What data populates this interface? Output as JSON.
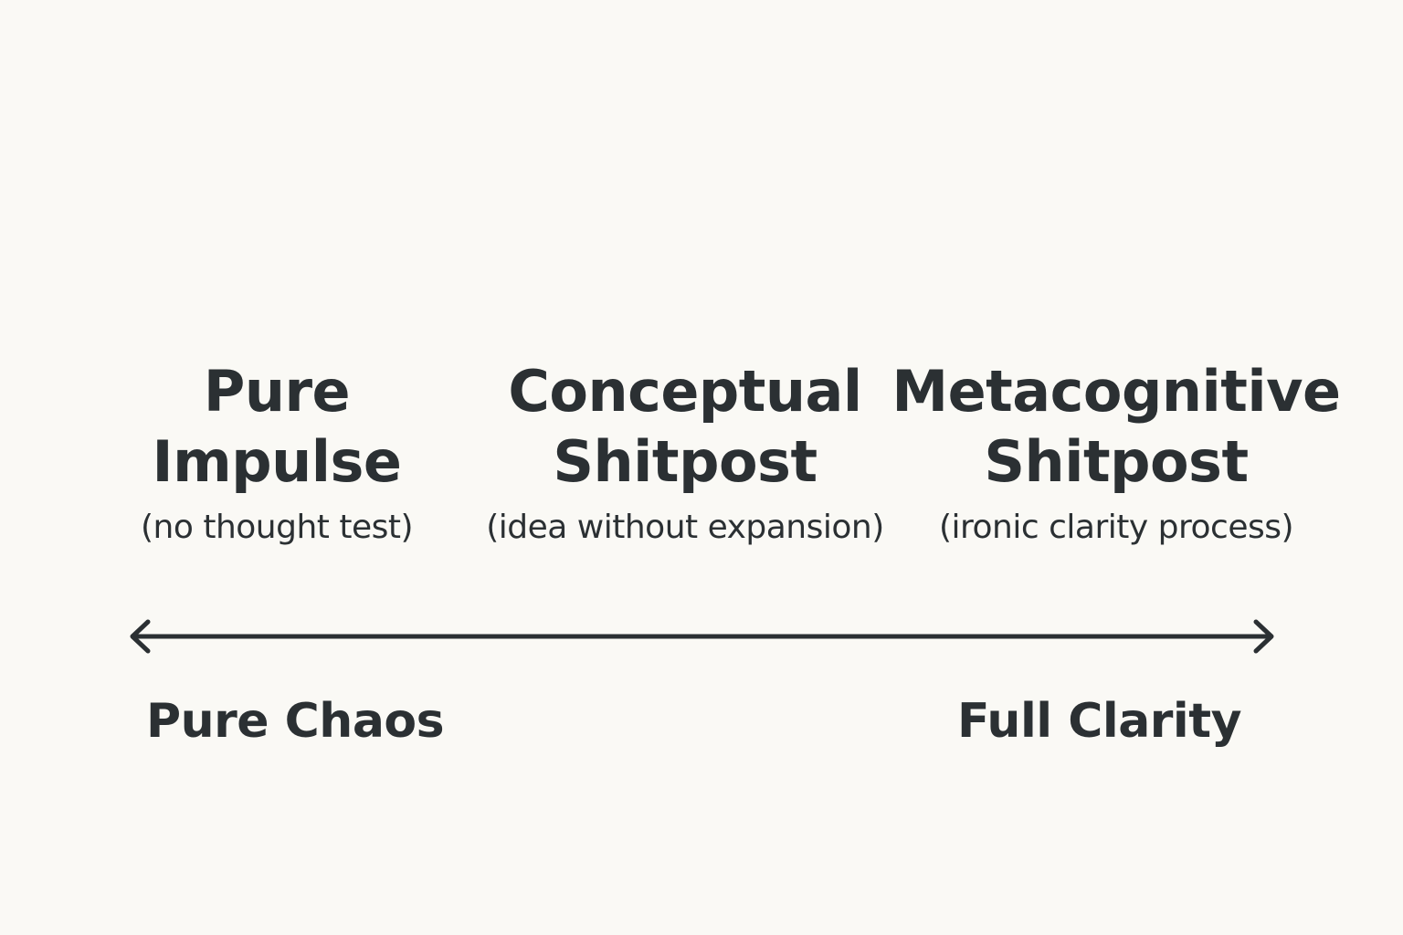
{
  "categories": [
    {
      "title_line1": "Pure",
      "title_line2": "Impulse",
      "subtitle": "(no thought test)"
    },
    {
      "title_line1": "Conceptual",
      "title_line2": "Shitpost",
      "subtitle": "(idea without expansion)"
    },
    {
      "title_line1": "Metacognitive",
      "title_line2": "Shitpost",
      "subtitle": "(ironic clarity process)"
    }
  ],
  "axis": {
    "left_label": "Pure Chaos",
    "right_label": "Full Clarity",
    "arrow_style": "double-headed",
    "color": "#2b3033"
  },
  "colors": {
    "background": "#faf9f5",
    "text": "#2b3033"
  }
}
